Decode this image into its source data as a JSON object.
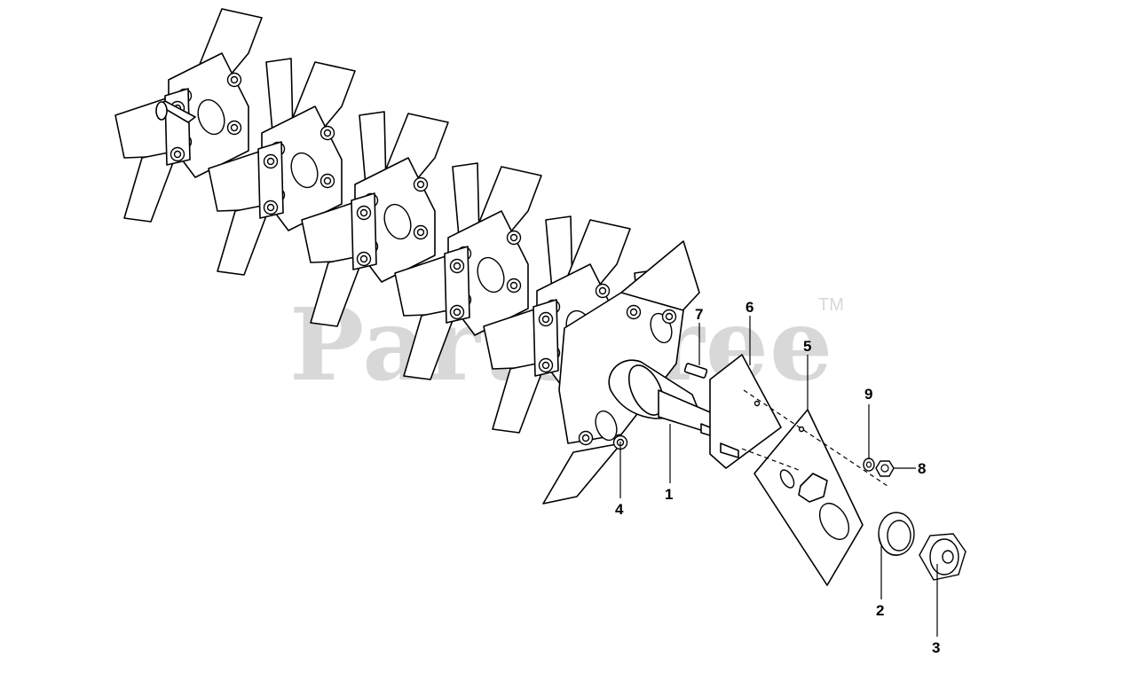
{
  "watermark": {
    "text": "PartsTree",
    "trademark": "TM"
  },
  "callouts": [
    {
      "id": "c1",
      "label": "1"
    },
    {
      "id": "c2",
      "label": "2"
    },
    {
      "id": "c3",
      "label": "3"
    },
    {
      "id": "c4",
      "label": "4"
    },
    {
      "id": "c5",
      "label": "5"
    },
    {
      "id": "c6",
      "label": "6"
    },
    {
      "id": "c7",
      "label": "7"
    },
    {
      "id": "c8",
      "label": "8"
    },
    {
      "id": "c9",
      "label": "9"
    }
  ],
  "colors": {
    "line": "#000000",
    "background": "#ffffff",
    "watermark": "#d8d8d8"
  }
}
